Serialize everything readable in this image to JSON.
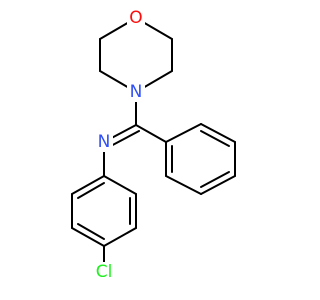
{
  "molecule": {
    "atoms": {
      "oxygen": {
        "label": "O",
        "color": "#ff0d0d"
      },
      "nitrogen_morpholine": {
        "label": "N",
        "color": "#3050f8"
      },
      "nitrogen_imine": {
        "label": "N",
        "color": "#3050f8"
      },
      "chlorine": {
        "label": "Cl",
        "color": "#1ff01f"
      }
    },
    "bond_color": "#000000",
    "background": "#ffffff"
  }
}
